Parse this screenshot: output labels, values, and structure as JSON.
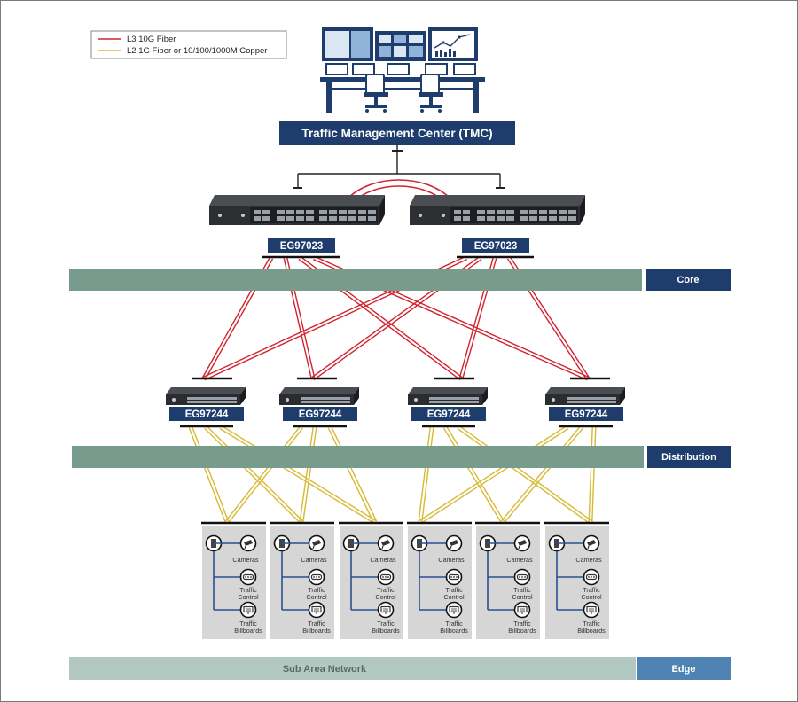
{
  "legend": {
    "items": [
      {
        "label": "L3 10G Fiber",
        "color": "#d2232f"
      },
      {
        "label": "L2 1G Fiber or 10/100/1000M Copper",
        "color": "#d8b935"
      }
    ]
  },
  "tmc": {
    "label": "Traffic Management Center (TMC)"
  },
  "core_switches": [
    {
      "model": "EG97023"
    },
    {
      "model": "EG97023"
    }
  ],
  "distribution_switches": [
    {
      "model": "EG97244"
    },
    {
      "model": "EG97244"
    },
    {
      "model": "EG97244"
    },
    {
      "model": "EG97244"
    }
  ],
  "layers": {
    "core": "Core",
    "distribution": "Distribution",
    "sub_area": "Sub Area Network",
    "edge": "Edge"
  },
  "edge_devices": {
    "cameras": "Cameras",
    "traffic_control": [
      "Traffic",
      "Control"
    ],
    "billboards": [
      "Traffic",
      "Billboards"
    ]
  },
  "colors": {
    "navy": "#1e3d6c",
    "band_teal": "#779b8c",
    "band_light": "#b4c8c2",
    "edge_blue": "#4e83b4",
    "fiber_red": "#d2232f",
    "copper_gold": "#d8b935",
    "panel_gray": "#d6d6d6"
  }
}
